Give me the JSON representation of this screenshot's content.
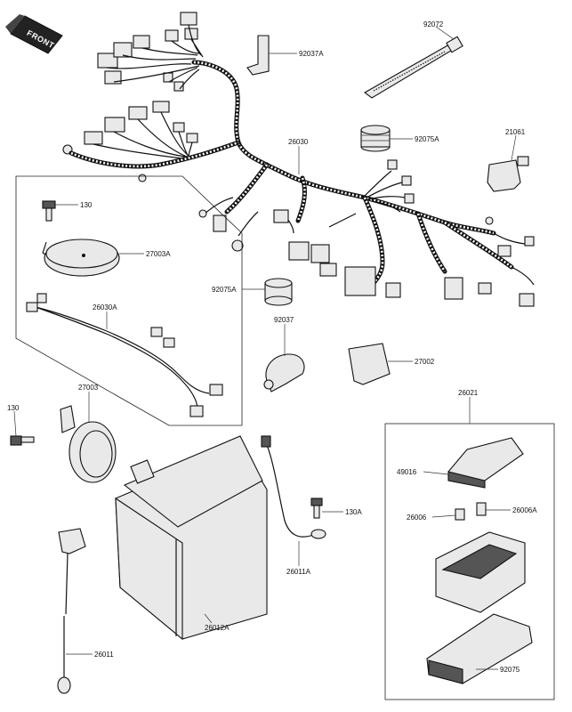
{
  "front_badge": "FRONT",
  "callouts": {
    "p92072": "92072",
    "p92037A": "92037A",
    "p92075A_top": "92075A",
    "p21061": "21061",
    "p26030": "26030",
    "p130_top": "130",
    "p27003A": "27003A",
    "p26030A": "26030A",
    "p92075A_mid": "92075A",
    "p92037": "92037",
    "p27002": "27002",
    "p27003": "27003",
    "p130_left": "130",
    "p26021": "26021",
    "p49016": "49016",
    "p130A": "130A",
    "p26006": "26006",
    "p26006A": "26006A",
    "p26011A": "26011A",
    "p26012A": "26012A",
    "p26011": "26011",
    "p92075": "92075"
  },
  "colors": {
    "line": "#111111",
    "fill": "#e9e9e9",
    "badge": "#222222"
  }
}
